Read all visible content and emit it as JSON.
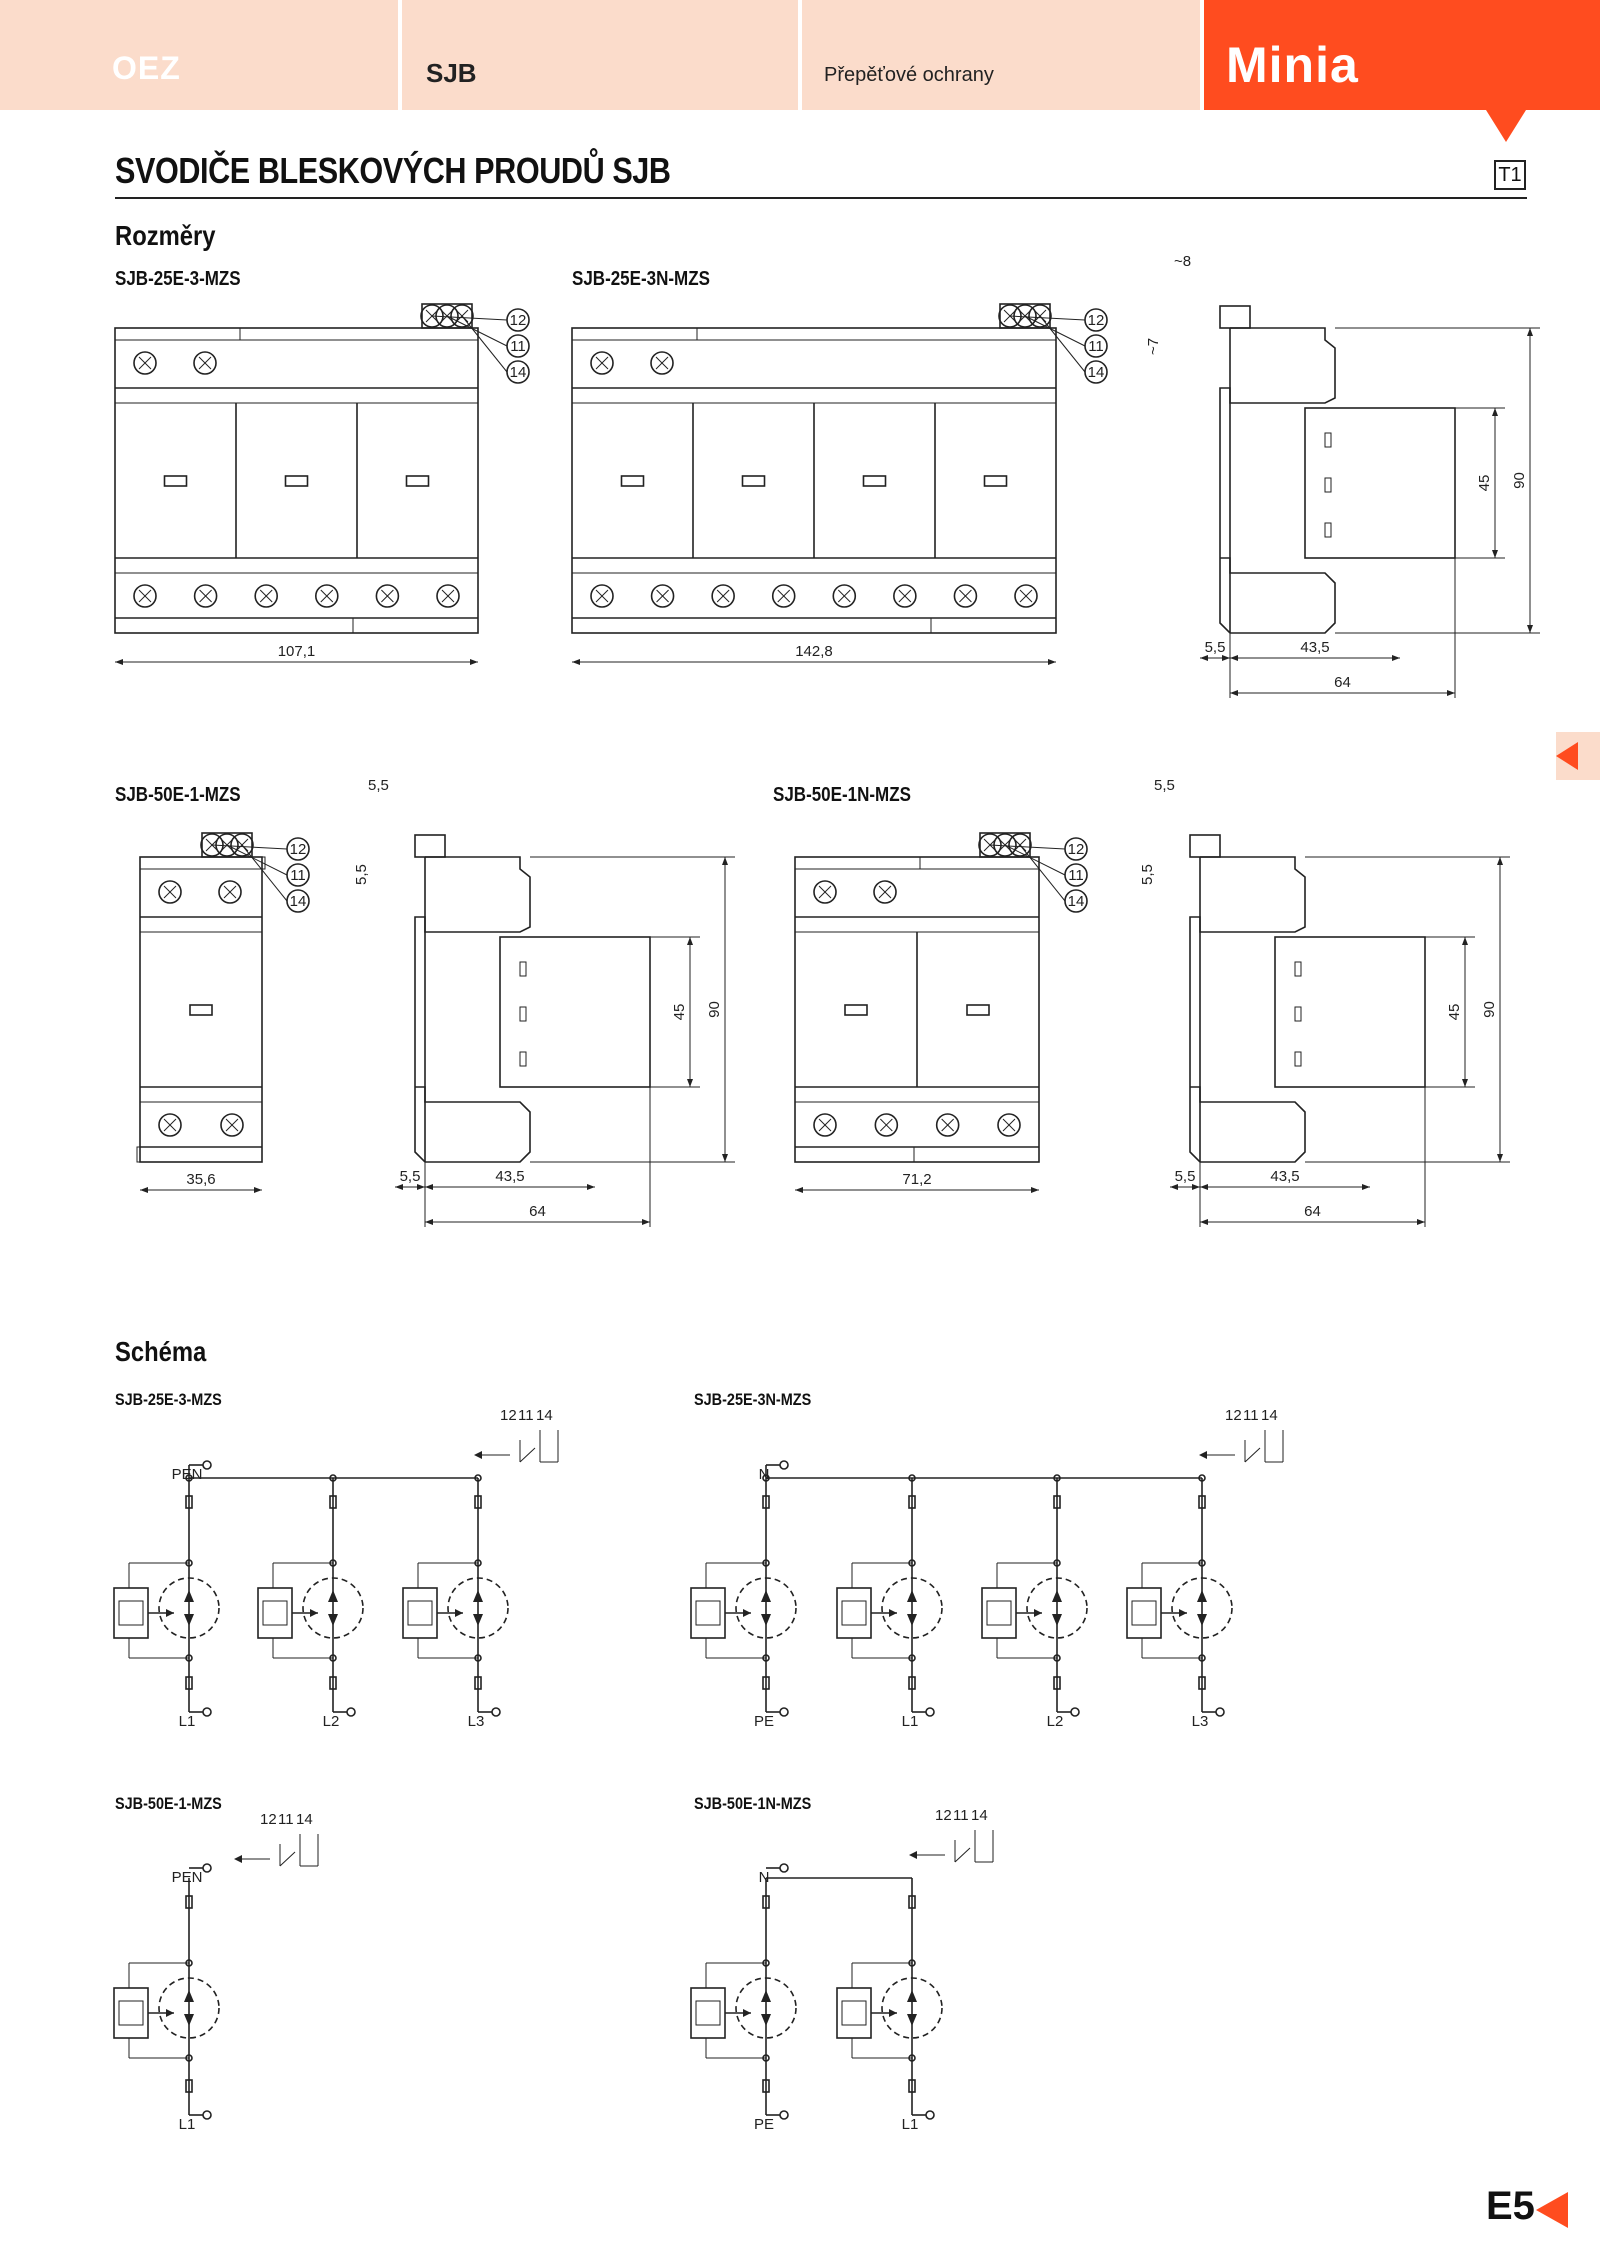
{
  "header": {
    "logo": "OEZ",
    "series": "SJB",
    "category": "Přepěťové ochrany",
    "brand": "Minia"
  },
  "title": "SVODIČE BLESKOVÝCH PROUDŮ SJB",
  "badge": "T1",
  "sections": {
    "dimensions": "Rozměry",
    "schema": "Schéma"
  },
  "models": {
    "m25e3": "SJB-25E-3-MZS",
    "m25e3n": "SJB-25E-3N-MZS",
    "m50e1": "SJB-50E-1-MZS",
    "m50e1n": "SJB-50E-1N-MZS"
  },
  "contacts": [
    "12",
    "11",
    "14"
  ],
  "dims": {
    "w107": "107,1",
    "w142": "142,8",
    "w35": "35,6",
    "w71": "71,2",
    "d55": "5,5",
    "d435": "43,5",
    "d64": "64",
    "h45": "45",
    "h90": "90",
    "t8": "~8",
    "t7": "~7"
  },
  "terminals": {
    "pen": "PEN",
    "n": "N",
    "pe": "PE",
    "l1": "L1",
    "l2": "L2",
    "l3": "L3"
  },
  "page_number": "E5",
  "colors": {
    "accent": "#ff4c1f",
    "light": "#fbdccb"
  }
}
